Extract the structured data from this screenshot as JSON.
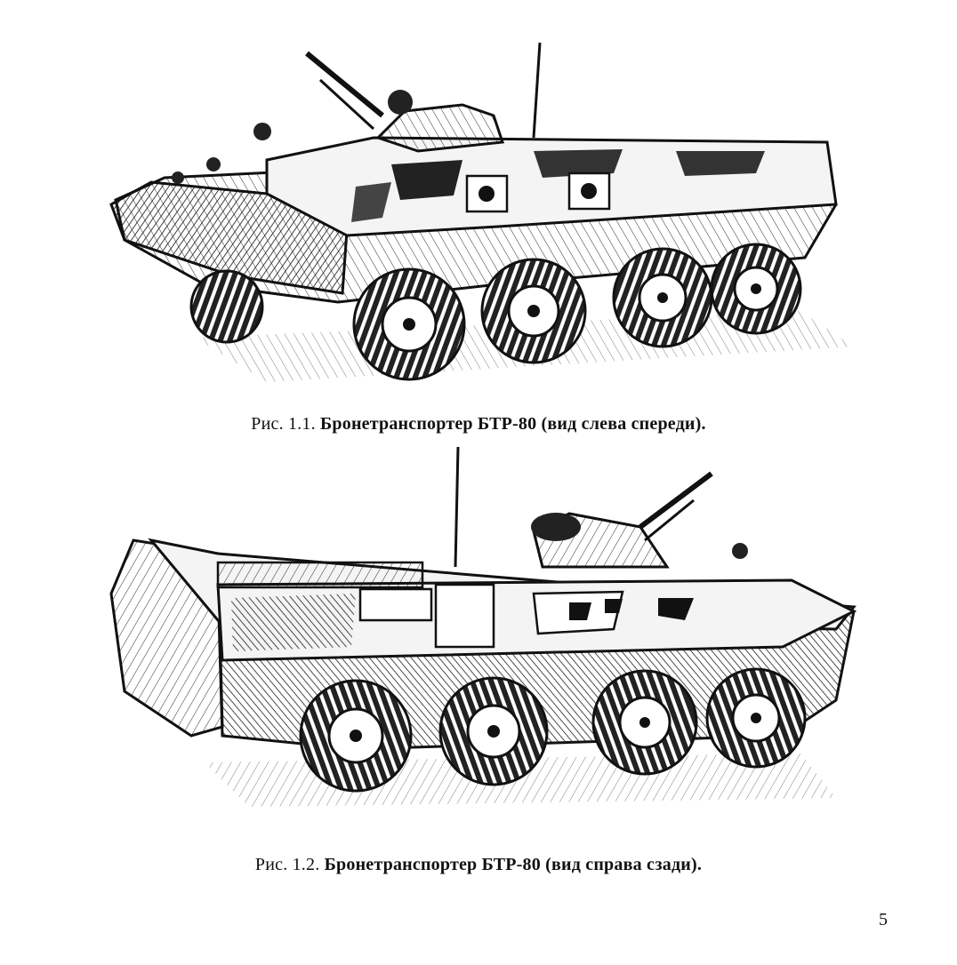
{
  "figures": [
    {
      "prefix": "Рис. 1.1.",
      "title": "Бронетранспортер БТР-80 (вид слева спереди)."
    },
    {
      "prefix": "Рис. 1.2.",
      "title": "Бронетранспортер БТР-80 (вид справа сзади)."
    }
  ],
  "page_number": "5",
  "colors": {
    "ink": "#111111",
    "paper": "#ffffff",
    "shade": "#8a8a8a"
  }
}
